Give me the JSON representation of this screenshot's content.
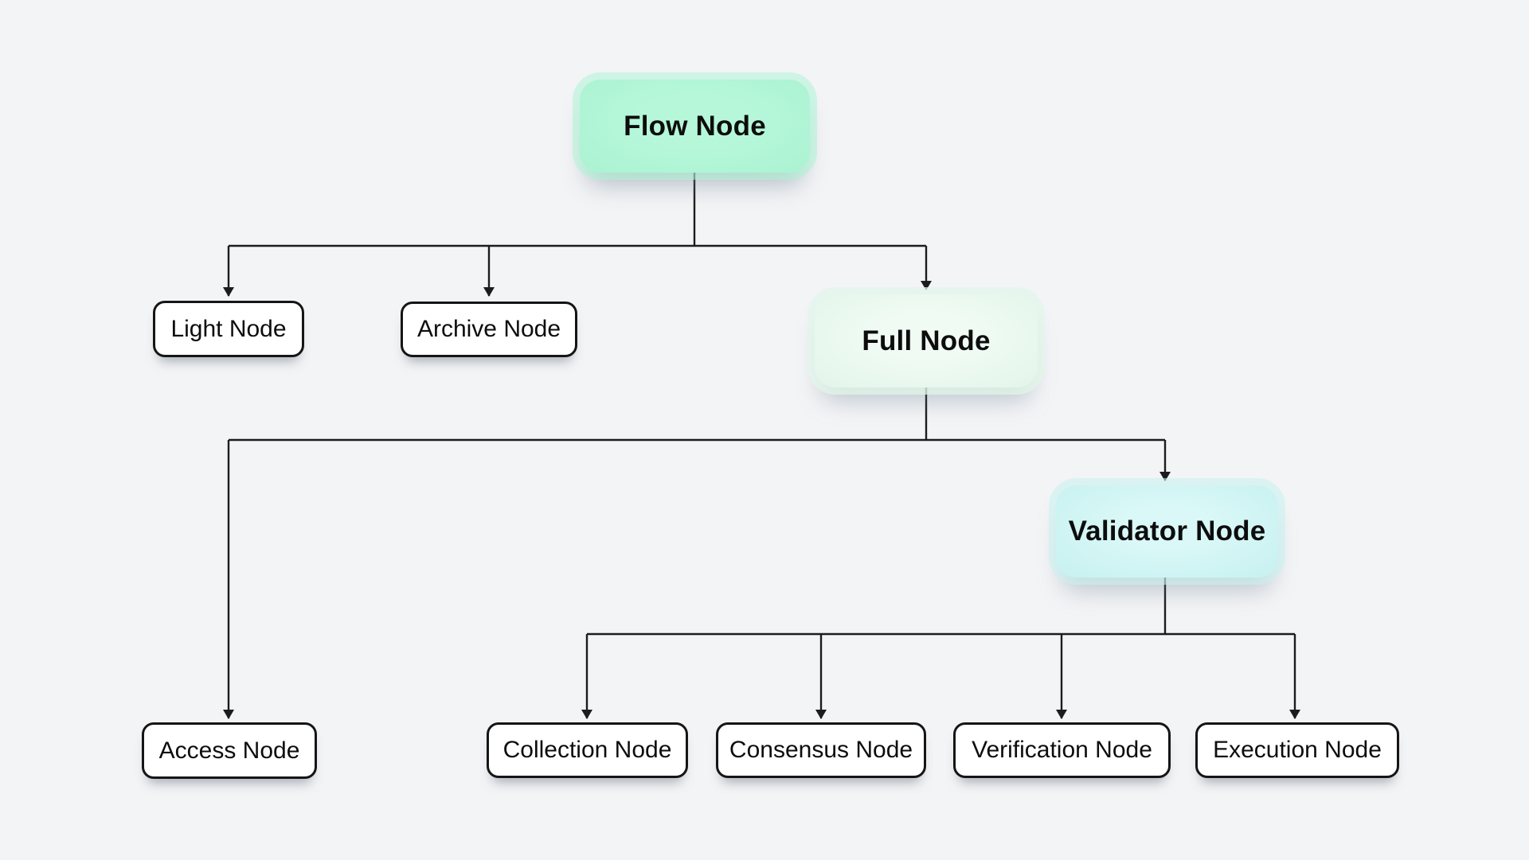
{
  "diagram": {
    "type": "tree",
    "root": "flow",
    "nodes": {
      "flow": {
        "label": "Flow Node",
        "style": "mint-pill",
        "fill": "#adf4d5"
      },
      "light": {
        "label": "Light Node",
        "style": "white-card",
        "fill": "#ffffff"
      },
      "archive": {
        "label": "Archive Node",
        "style": "white-card",
        "fill": "#ffffff"
      },
      "full": {
        "label": "Full Node",
        "style": "pale-mint-pill",
        "fill": "#e7f7ee"
      },
      "validator": {
        "label": "Validator Node",
        "style": "cyan-pill",
        "fill": "#c9f2f0"
      },
      "access": {
        "label": "Access Node",
        "style": "white-card",
        "fill": "#ffffff"
      },
      "collection": {
        "label": "Collection Node",
        "style": "white-card",
        "fill": "#ffffff"
      },
      "consensus": {
        "label": "Consensus Node",
        "style": "white-card",
        "fill": "#ffffff"
      },
      "verification": {
        "label": "Verification Node",
        "style": "white-card",
        "fill": "#ffffff"
      },
      "execution": {
        "label": "Execution Node",
        "style": "white-card",
        "fill": "#ffffff"
      }
    },
    "edges": [
      {
        "from": "flow",
        "to": "light",
        "arrow": true
      },
      {
        "from": "flow",
        "to": "archive",
        "arrow": true
      },
      {
        "from": "flow",
        "to": "full",
        "arrow": true
      },
      {
        "from": "full",
        "to": "access",
        "arrow": true
      },
      {
        "from": "full",
        "to": "validator",
        "arrow": true
      },
      {
        "from": "validator",
        "to": "collection",
        "arrow": true
      },
      {
        "from": "validator",
        "to": "consensus",
        "arrow": true
      },
      {
        "from": "validator",
        "to": "verification",
        "arrow": true
      },
      {
        "from": "validator",
        "to": "execution",
        "arrow": true
      }
    ],
    "colors": {
      "background": "#f3f4f6",
      "connector": "#1c1c1c",
      "node_border": "#151515",
      "text": "#0d0d0d",
      "flow_fill": "#adf4d5",
      "full_fill": "#e7f7ee",
      "validator_fill": "#c9f2f0",
      "card_fill": "#ffffff"
    }
  }
}
